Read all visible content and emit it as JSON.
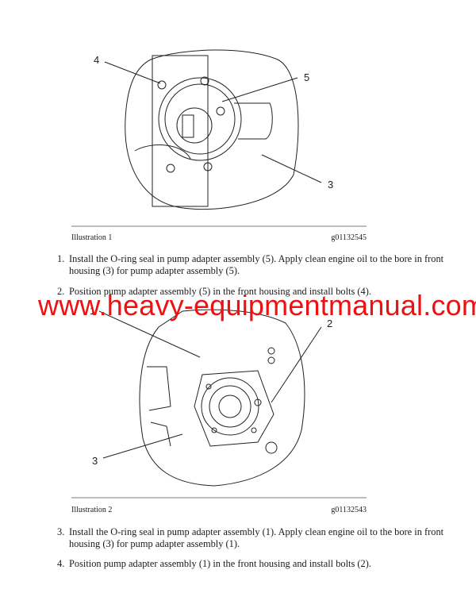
{
  "figures": [
    {
      "caption_label": "Illustration 1",
      "caption_code": "g01132545",
      "callouts": [
        "4",
        "5",
        "3"
      ]
    },
    {
      "caption_label": "Illustration 2",
      "caption_code": "g01132543",
      "callouts": [
        "1",
        "2",
        "3"
      ]
    }
  ],
  "steps": [
    {
      "num": "1.",
      "text": "Install the O-ring seal in pump adapter assembly (5). Apply clean engine oil to the bore in front housing (3) for pump adapter assembly (5)."
    },
    {
      "num": "2.",
      "text": "Position pump adapter assembly (5) in the front housing and install bolts (4)."
    },
    {
      "num": "3.",
      "text": "Install the O-ring seal in pump adapter assembly (1). Apply clean engine oil to the bore in front housing (3) for pump adapter assembly (1)."
    },
    {
      "num": "4.",
      "text": "Position pump adapter assembly (1) in the front housing and install bolts (2)."
    }
  ],
  "watermark": "www.heavy-equipmentmanual.com",
  "colors": {
    "watermark": "#ee1111",
    "rule": "#bdbdbd"
  }
}
